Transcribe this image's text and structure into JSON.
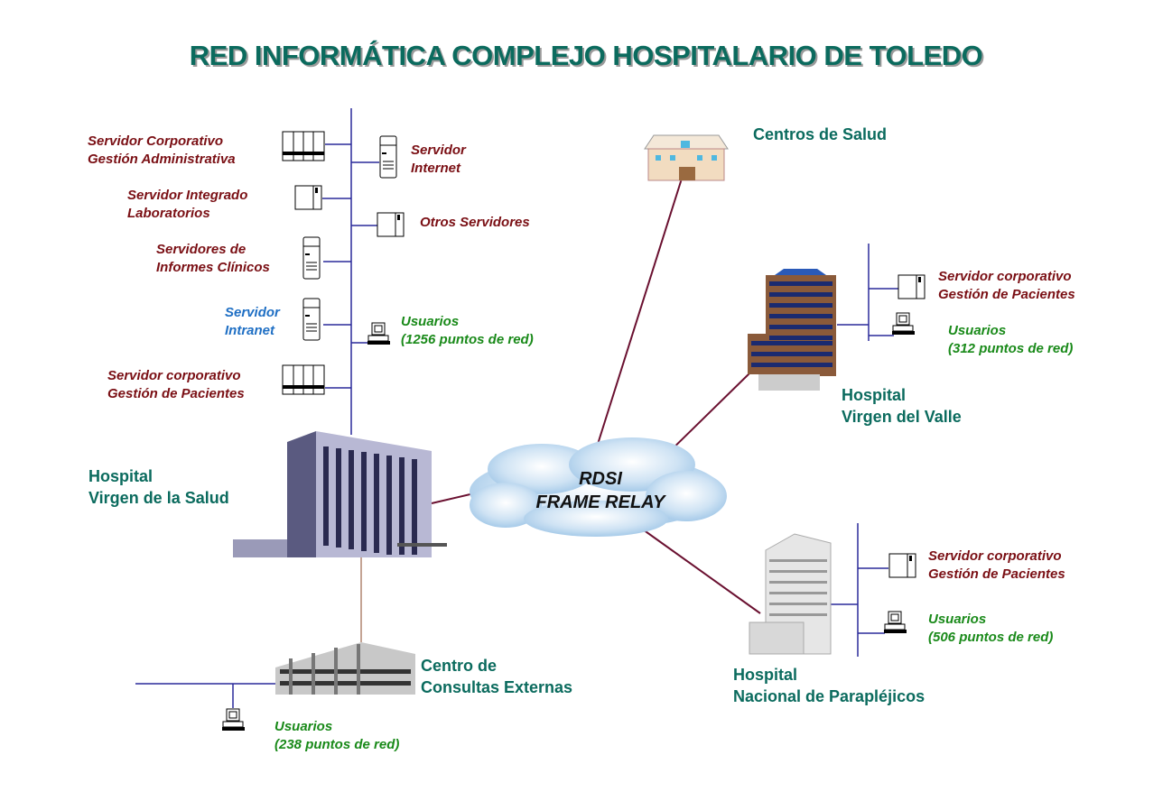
{
  "title": "RED INFORMÁTICA COMPLEJO HOSPITALARIO DE TOLEDO",
  "cloud": {
    "line1": "RDSI",
    "line2": "FRAME RELAY"
  },
  "virgen_salud": {
    "name": [
      "Hospital",
      "Virgen de la Salud"
    ],
    "servers_left": [
      {
        "lines": [
          "Servidor Corporativo",
          "Gestión Administrativa"
        ]
      },
      {
        "lines": [
          "Servidor Integrado",
          "Laboratorios"
        ]
      },
      {
        "lines": [
          "Servidores de",
          "Informes Clínicos"
        ]
      },
      {
        "lines": [
          "Servidor",
          "Intranet"
        ]
      },
      {
        "lines": [
          "Servidor corporativo",
          "Gestión de Pacientes"
        ]
      }
    ],
    "servers_right": [
      {
        "lines": [
          "Servidor",
          "Internet"
        ]
      },
      {
        "lines": [
          "Otros Servidores"
        ]
      }
    ],
    "users": [
      "Usuarios",
      "(1256 puntos de red)"
    ]
  },
  "centros_salud": {
    "name": "Centros de Salud"
  },
  "virgen_valle": {
    "name": [
      "Hospital",
      "Virgen del Valle"
    ],
    "server": [
      "Servidor corporativo",
      "Gestión de Pacientes"
    ],
    "users": [
      "Usuarios",
      "(312 puntos de red)"
    ]
  },
  "paraplejicos": {
    "name": [
      "Hospital",
      "Nacional de Parapléjicos"
    ],
    "server": [
      "Servidor corporativo",
      "Gestión de Pacientes"
    ],
    "users": [
      "Usuarios",
      "(506 puntos de red)"
    ]
  },
  "consultas": {
    "name": [
      "Centro de",
      "Consultas Externas"
    ],
    "users": [
      "Usuarios",
      "(238 puntos de red)"
    ]
  },
  "colors": {
    "title": "#0b6b5e",
    "server_label": "#7a0f14",
    "users_label": "#1a8a1a",
    "intranet_label": "#1f6fc4",
    "lan": "#2a2a9a",
    "wan": "#6a1030"
  }
}
